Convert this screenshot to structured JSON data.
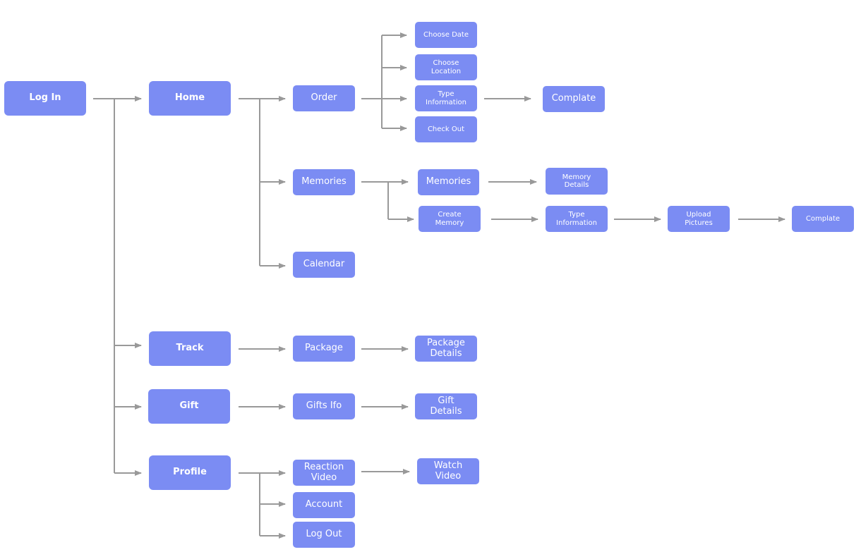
{
  "nodes": {
    "log_in": "Log In",
    "home": "Home",
    "track": "Track",
    "gift": "Gift",
    "profile": "Profile",
    "order": "Order",
    "memories": "Memories",
    "calendar": "Calendar",
    "package": "Package",
    "gifts_info": "Gifts Ifo",
    "reaction_video": "Reaction\nVideo",
    "account": "Account",
    "log_out": "Log Out",
    "choose_date": "Choose Date",
    "choose_location": "Choose\nLocation",
    "type_information_order": "Type\nInformation",
    "check_out": "Check Out",
    "complate_order": "Complate",
    "memories_list": "Memories",
    "memory_details": "Memory\nDetails",
    "create_memory": "Create\nMemory",
    "type_information_memory": "Type\nInformation",
    "upload_pictures": "Upload\nPictures",
    "complate_memory": "Complate",
    "package_details": "Package\nDetails",
    "gift_details": "Gift\nDetails",
    "watch_video": "Watch\nVideo"
  },
  "colors": {
    "node": "#7b8cf3",
    "connector": "#999999",
    "text": "#ffffff"
  }
}
